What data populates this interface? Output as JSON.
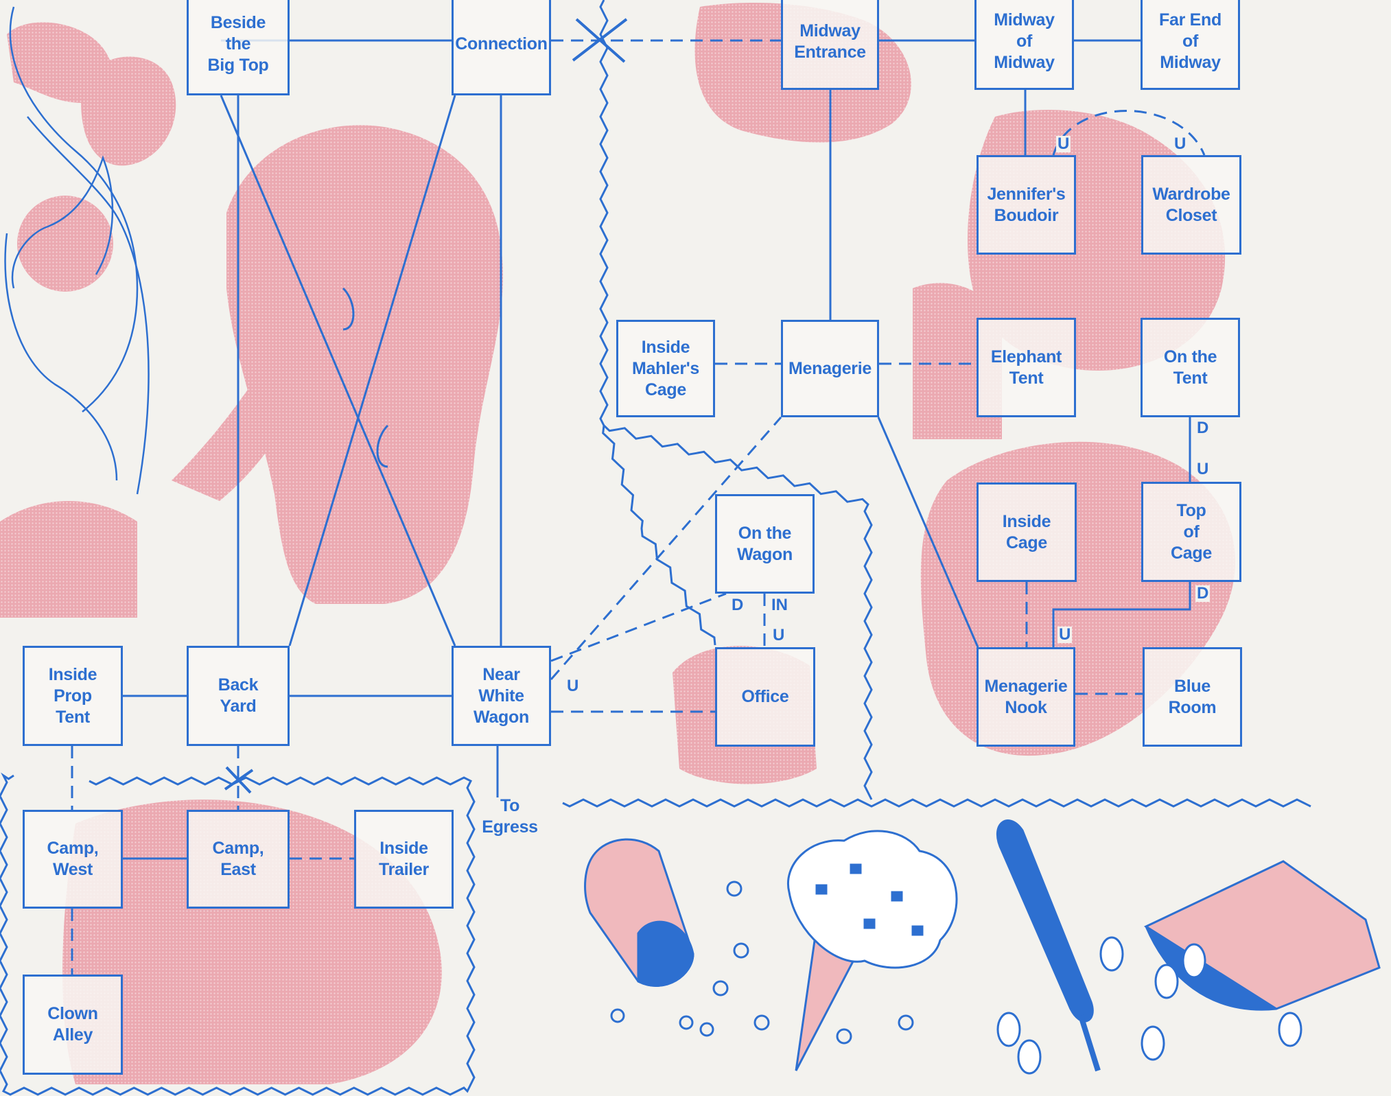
{
  "colors": {
    "line": "#2d6fd0",
    "pink": "#e9a5ae",
    "paper": "#f3f2ee",
    "cone": "#f0b9bd"
  },
  "rooms": {
    "beside_big_top": "Beside\nthe\nBig Top",
    "connection": "Connection",
    "midway_entrance": "Midway\nEntrance",
    "midway_of_midway": "Midway\nof\nMidway",
    "far_end_of_midway": "Far End\nof\nMidway",
    "jennifers_boudoir": "Jennifer's\nBoudoir",
    "wardrobe_closet": "Wardrobe\nCloset",
    "inside_mahlers_cage": "Inside\nMahler's\nCage",
    "menagerie": "Menagerie",
    "elephant_tent": "Elephant\nTent",
    "on_the_tent": "On the\nTent",
    "on_the_wagon": "On the\nWagon",
    "inside_cage": "Inside\nCage",
    "top_of_cage": "Top\nof\nCage",
    "inside_prop_tent": "Inside\nProp\nTent",
    "back_yard": "Back\nYard",
    "near_white_wagon": "Near\nWhite\nWagon",
    "office": "Office",
    "menagerie_nook": "Menagerie\nNook",
    "blue_room": "Blue\nRoom",
    "camp_west": "Camp,\nWest",
    "camp_east": "Camp,\nEast",
    "inside_trailer": "Inside\nTrailer",
    "clown_alley": "Clown\nAlley",
    "to_egress": "To\nEgress"
  },
  "exit_labels": {
    "u_jennifer": "U",
    "u_wardrobe": "U",
    "d_on_tent": "D",
    "u_top_of_cage": "U",
    "d_top_of_cage": "D",
    "u_menagerie_nook": "U",
    "d_on_wagon": "D",
    "in_on_wagon": "IN",
    "u_office": "U",
    "u_near_white_wagon": "U"
  }
}
